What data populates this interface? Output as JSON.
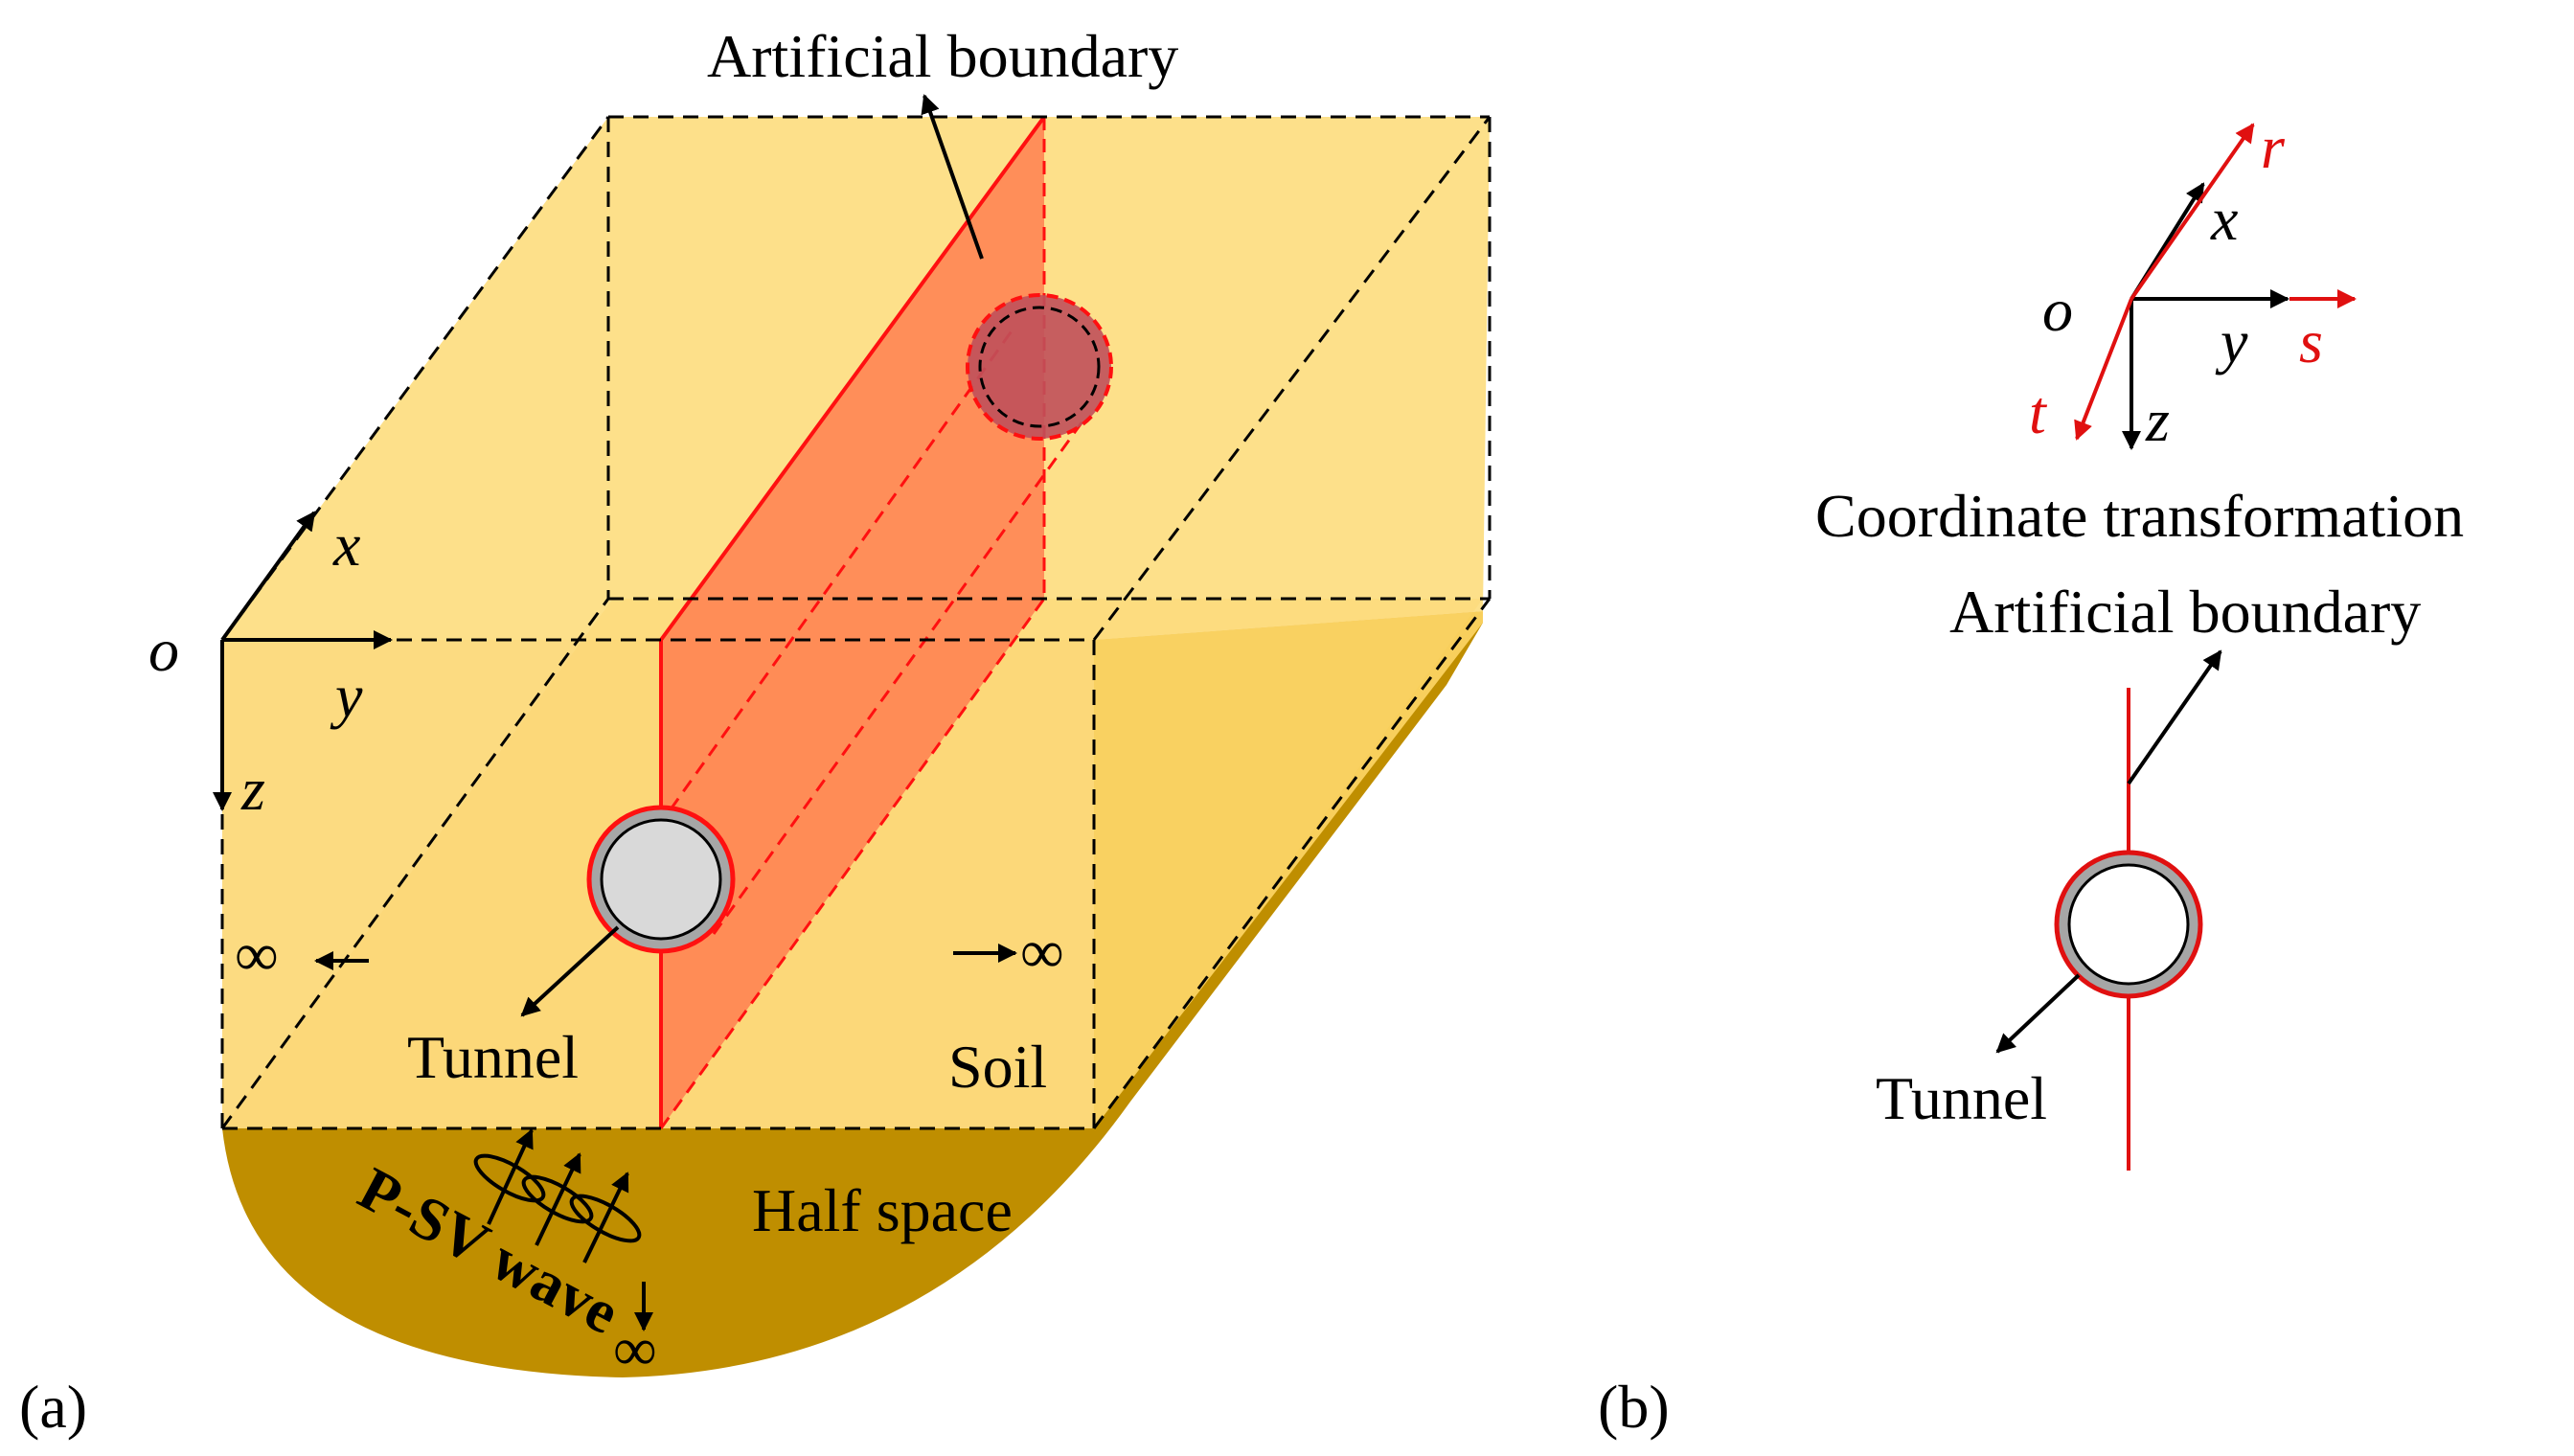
{
  "panel_a": {
    "panel_label": "(a)",
    "boundary_label": "Artificial boundary",
    "axis_origin": "o",
    "axis_x": "x",
    "axis_y": "y",
    "axis_z": "z",
    "infinity_left": "∞",
    "infinity_right": "∞",
    "infinity_bottom": "∞",
    "tunnel_label": "Tunnel",
    "soil_label": "Soil",
    "half_space_label": "Half space",
    "wave_label": "P-SV wave"
  },
  "panel_b": {
    "panel_label": "(b)",
    "axis_origin": "o",
    "axis_x": "x",
    "axis_y": "y",
    "axis_z": "z",
    "axis_r": "r",
    "axis_s": "s",
    "axis_t": "t",
    "coord_label": "Coordinate transformation",
    "boundary_label": "Artificial boundary",
    "tunnel_label": "Tunnel"
  },
  "colors": {
    "soil_light": "#fde08a",
    "soil_mid": "#fbd673",
    "half_space": "#bf8e00",
    "boundary_plane": "#ff7f50",
    "boundary_edge": "#ff1010",
    "tunnel_fill": "#d9d9d9",
    "tunnel_ring": "#a6a6a6",
    "axis_red": "#e01010"
  }
}
